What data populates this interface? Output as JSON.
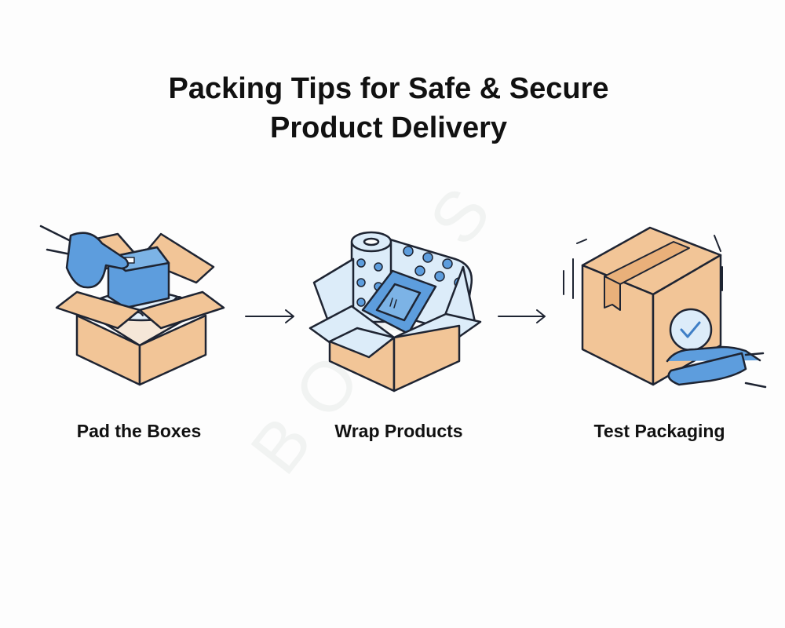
{
  "title": {
    "line1": "Packing Tips for Safe & Secure",
    "line2": "Product Delivery"
  },
  "watermark": "BOXES",
  "steps": [
    {
      "label": "Pad the Boxes",
      "icon": "padded-box-icon"
    },
    {
      "label": "Wrap Products",
      "icon": "bubble-wrap-box-icon"
    },
    {
      "label": "Test Packaging",
      "icon": "sealed-box-check-icon"
    }
  ],
  "colors": {
    "box": "#f2c597",
    "stroke": "#1e2432",
    "blue": "#5d9ddd",
    "light_blue": "#dcecf9"
  }
}
